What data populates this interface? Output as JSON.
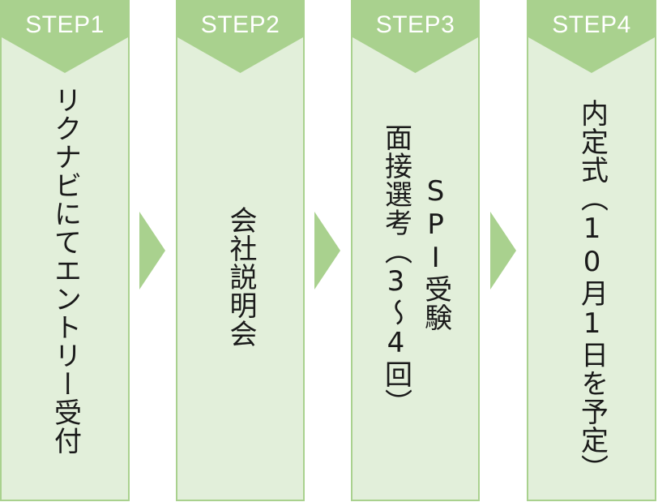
{
  "colors": {
    "card_fill": "#e2efda",
    "card_border": "#a9d18e",
    "header_fill": "#a9d18e",
    "arrow_fill": "#a9d18e",
    "header_text": "#ffffff",
    "body_text": "#1a1a1a"
  },
  "steps": [
    {
      "label": "STEP1",
      "text": "リクナビにてエントリー受付"
    },
    {
      "label": "STEP2",
      "text": "会社説明会"
    },
    {
      "label": "STEP3",
      "text": "面接選考（3～4回）",
      "text_secondary": "SPI受験"
    },
    {
      "label": "STEP4",
      "text": "内定式（10月1日を予定）"
    }
  ]
}
